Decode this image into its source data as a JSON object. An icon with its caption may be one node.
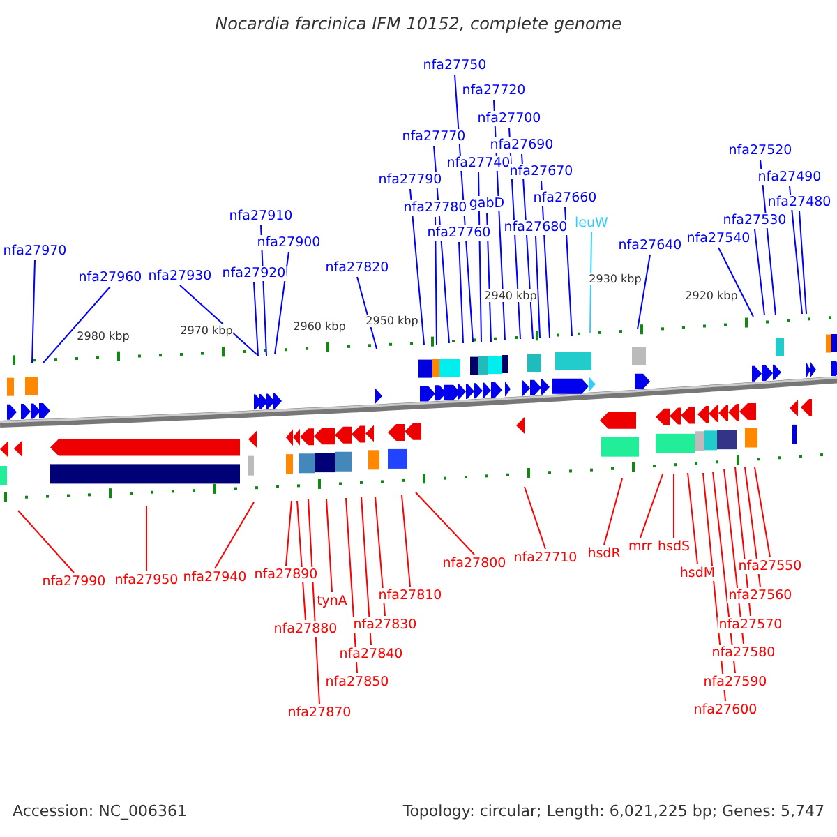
{
  "diagram": {
    "title": "Nocardia farcinica IFM 10152, complete genome",
    "nodes": [
      {
        "text": [
          "nfa27750"
        ]
      },
      {
        "text": [
          "nfa27720"
        ]
      },
      {
        "text": [
          "nfa27700"
        ]
      },
      {
        "text": [
          "nfa27770"
        ]
      },
      {
        "text": [
          "nfa27690"
        ]
      },
      {
        "text": [
          "nfa27520"
        ]
      },
      {
        "text": [
          "nfa27740"
        ]
      },
      {
        "text": [
          "nfa27670"
        ]
      },
      {
        "text": [
          "nfa27490"
        ]
      },
      {
        "text": [
          "nfa27790"
        ]
      },
      {
        "text": [
          "gabD"
        ]
      },
      {
        "text": [
          "nfa27660"
        ]
      },
      {
        "text": [
          "nfa27480"
        ]
      },
      {
        "text": [
          "nfa27780"
        ]
      },
      {
        "text": [
          "nfa27910"
        ]
      },
      {
        "text": [
          "nfa27530"
        ]
      },
      {
        "text": [
          "leuW"
        ]
      },
      {
        "text": [
          "nfa27680"
        ]
      },
      {
        "text": [
          "nfa27760"
        ]
      },
      {
        "text": [
          "nfa27540"
        ]
      },
      {
        "text": [
          "nfa27900"
        ]
      },
      {
        "text": [
          "nfa27640"
        ]
      },
      {
        "text": [
          "nfa27970"
        ]
      },
      {
        "text": [
          "nfa27820"
        ]
      },
      {
        "text": [
          "nfa27920"
        ]
      },
      {
        "text": [
          "nfa27930"
        ]
      },
      {
        "text": [
          "nfa27960"
        ]
      },
      {
        "text": [
          "mrr"
        ]
      },
      {
        "text": [
          "hsdS"
        ]
      },
      {
        "text": [
          "hsdR"
        ]
      },
      {
        "text": [
          "nfa27710"
        ]
      },
      {
        "text": [
          "nfa27800"
        ]
      },
      {
        "text": [
          "nfa27550"
        ]
      },
      {
        "text": [
          "hsdM"
        ]
      },
      {
        "text": [
          "nfa27890"
        ]
      },
      {
        "text": [
          "nfa27940"
        ]
      },
      {
        "text": [
          "nfa27950"
        ]
      },
      {
        "text": [
          "nfa27990"
        ]
      },
      {
        "text": [
          "nfa27560"
        ]
      },
      {
        "text": [
          "nfa27810"
        ]
      },
      {
        "text": [
          "tynA"
        ]
      },
      {
        "text": [
          "nfa27570"
        ]
      },
      {
        "text": [
          "nfa27830"
        ]
      },
      {
        "text": [
          "nfa27580"
        ]
      },
      {
        "text": [
          "nfa27840"
        ]
      },
      {
        "text": [
          "nfa27590"
        ]
      },
      {
        "text": [
          "nfa27850"
        ]
      },
      {
        "text": [
          "nfa27880"
        ]
      },
      {
        "text": [
          "nfa27600"
        ]
      },
      {
        "text": [
          "nfa27870"
        ]
      }
    ],
    "edges": [
      {
        "from": 0,
        "to": null,
        "arrow": "none"
      },
      {
        "from": 1,
        "to": null,
        "arrow": "none"
      },
      {
        "from": 2,
        "to": null,
        "arrow": "none"
      },
      {
        "from": 3,
        "to": null,
        "arrow": "none"
      },
      {
        "from": 4,
        "to": null,
        "arrow": "none"
      },
      {
        "from": 5,
        "to": null,
        "arrow": "none"
      },
      {
        "from": 6,
        "to": null,
        "arrow": "none"
      },
      {
        "from": 7,
        "to": null,
        "arrow": "none"
      },
      {
        "from": 8,
        "to": null,
        "arrow": "none"
      },
      {
        "from": 9,
        "to": null,
        "arrow": "none"
      },
      {
        "from": 10,
        "to": null,
        "arrow": "none"
      },
      {
        "from": 11,
        "to": null,
        "arrow": "none"
      },
      {
        "from": 12,
        "to": null,
        "arrow": "none"
      },
      {
        "from": 13,
        "to": null,
        "arrow": "none"
      },
      {
        "from": 14,
        "to": null,
        "arrow": "none"
      },
      {
        "from": 15,
        "to": null,
        "arrow": "none"
      },
      {
        "from": 16,
        "to": null,
        "arrow": "none",
        "color": "#33ccff"
      },
      {
        "from": 17,
        "to": null,
        "arrow": "none"
      },
      {
        "from": 18,
        "to": null,
        "arrow": "none"
      },
      {
        "from": 19,
        "to": null,
        "arrow": "none"
      },
      {
        "from": 20,
        "to": null,
        "arrow": "none"
      },
      {
        "from": 21,
        "to": null,
        "arrow": "none"
      },
      {
        "from": 22,
        "to": null,
        "arrow": "none"
      },
      {
        "from": 23,
        "to": null,
        "arrow": "none"
      },
      {
        "from": 24,
        "to": null,
        "arrow": "none"
      },
      {
        "from": 25,
        "to": null,
        "arrow": "none"
      },
      {
        "from": 26,
        "to": null,
        "arrow": "none"
      },
      {
        "from": 27,
        "to": null,
        "arrow": "none",
        "color": "#ff0000"
      },
      {
        "from": 28,
        "to": null,
        "arrow": "none",
        "color": "#ff0000"
      },
      {
        "from": 29,
        "to": null,
        "arrow": "none",
        "color": "#ff0000"
      },
      {
        "from": 30,
        "to": null,
        "arrow": "none",
        "color": "#ff0000"
      },
      {
        "from": 31,
        "to": null,
        "arrow": "none",
        "color": "#ff0000"
      },
      {
        "from": 32,
        "to": null,
        "arrow": "none",
        "color": "#ff0000"
      },
      {
        "from": 33,
        "to": null,
        "arrow": "none",
        "color": "#ff0000"
      },
      {
        "from": 34,
        "to": null,
        "arrow": "none",
        "color": "#ff0000"
      },
      {
        "from": 35,
        "to": null,
        "arrow": "none",
        "color": "#ff0000"
      },
      {
        "from": 36,
        "to": null,
        "arrow": "none",
        "color": "#ff0000"
      },
      {
        "from": 37,
        "to": null,
        "arrow": "none",
        "color": "#ff0000"
      },
      {
        "from": 38,
        "to": null,
        "arrow": "none",
        "color": "#ff0000"
      },
      {
        "from": 39,
        "to": null,
        "arrow": "none",
        "color": "#ff0000"
      },
      {
        "from": 40,
        "to": null,
        "arrow": "none",
        "color": "#ff0000"
      },
      {
        "from": 41,
        "to": null,
        "arrow": "none",
        "color": "#ff0000"
      },
      {
        "from": 42,
        "to": null,
        "arrow": "none",
        "color": "#ff0000"
      },
      {
        "from": 43,
        "to": null,
        "arrow": "none",
        "color": "#ff0000"
      },
      {
        "from": 44,
        "to": null,
        "arrow": "none",
        "color": "#ff0000"
      },
      {
        "from": 45,
        "to": null,
        "arrow": "none",
        "color": "#ff0000"
      },
      {
        "from": 46,
        "to": null,
        "arrow": "none",
        "color": "#ff0000"
      },
      {
        "from": 47,
        "to": null,
        "arrow": "none",
        "color": "#ff0000"
      },
      {
        "from": 48,
        "to": null,
        "arrow": "none",
        "color": "#ff0000"
      },
      {
        "from": 49,
        "to": null,
        "arrow": "none",
        "color": "#ff0000"
      }
    ],
    "labels": [
      "2980 kbp",
      "2970 kbp",
      "2960 kbp",
      "2950 kbp",
      "2940 kbp",
      "2930 kbp",
      "2920 kbp",
      "Accession: NC_006361",
      "Topology: circular; Length: 6,021,225 bp; Genes: 5,747"
    ]
  }
}
